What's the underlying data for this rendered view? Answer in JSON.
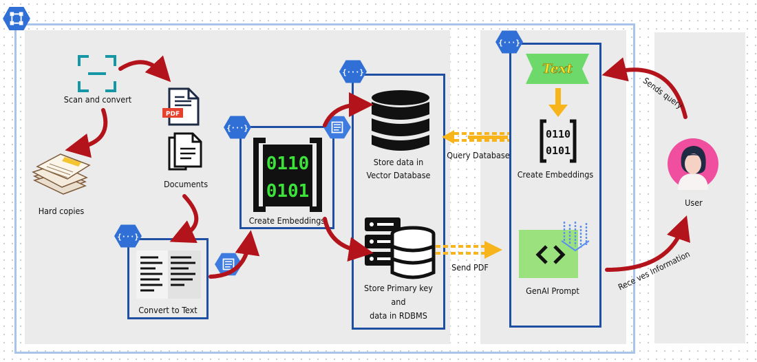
{
  "nodes": {
    "scan": "Scan and convert",
    "documents": "Documents",
    "hard_copies": "Hard copies",
    "convert_text": "Convert to Text",
    "create_embeddings_left": "Create Embeddings",
    "store_vector_1": "Store data in",
    "store_vector_2": "Vector Database",
    "store_rdbms_1": "Store Primary key",
    "store_rdbms_2": "and",
    "store_rdbms_3": "data in RDBMS",
    "create_embeddings_right": "Create Embeddings",
    "genai_prompt": "GenAI Prompt",
    "user": "User",
    "text_banner": "Text",
    "pdf_badge": "PDF",
    "binary_top": "0110",
    "binary_bottom": "0101"
  },
  "edges": {
    "query_database": "Query Database",
    "send_pdf": "Send PDF",
    "sends_query": "Sends query",
    "receives_information": "Rece ves Information"
  },
  "colors": {
    "panel": "#ebebeb",
    "frame": "#a9c4ea",
    "box_border": "#1e4fa3",
    "hex_blue": "#2f6fd6",
    "red_arrow": "#b3141c",
    "gold_arrow": "#f7b51b",
    "binary_green": "#3ce23a",
    "banner_green": "#6dd96b",
    "banner_text": "#f5e52a",
    "avatar_pink": "#ef4f9e",
    "genai_bg": "#9be17e",
    "scan_teal": "#1597a6"
  },
  "icons": [
    "workflow-icon",
    "cloud-function-hex-icon",
    "scan-icon",
    "pdf-icon",
    "documents-icon",
    "hard-copies-icon",
    "text-document-icon",
    "binary-embedding-icon",
    "database-icon",
    "rdbms-server-icon",
    "text-banner-icon",
    "genai-prompt-icon",
    "user-avatar-icon"
  ]
}
